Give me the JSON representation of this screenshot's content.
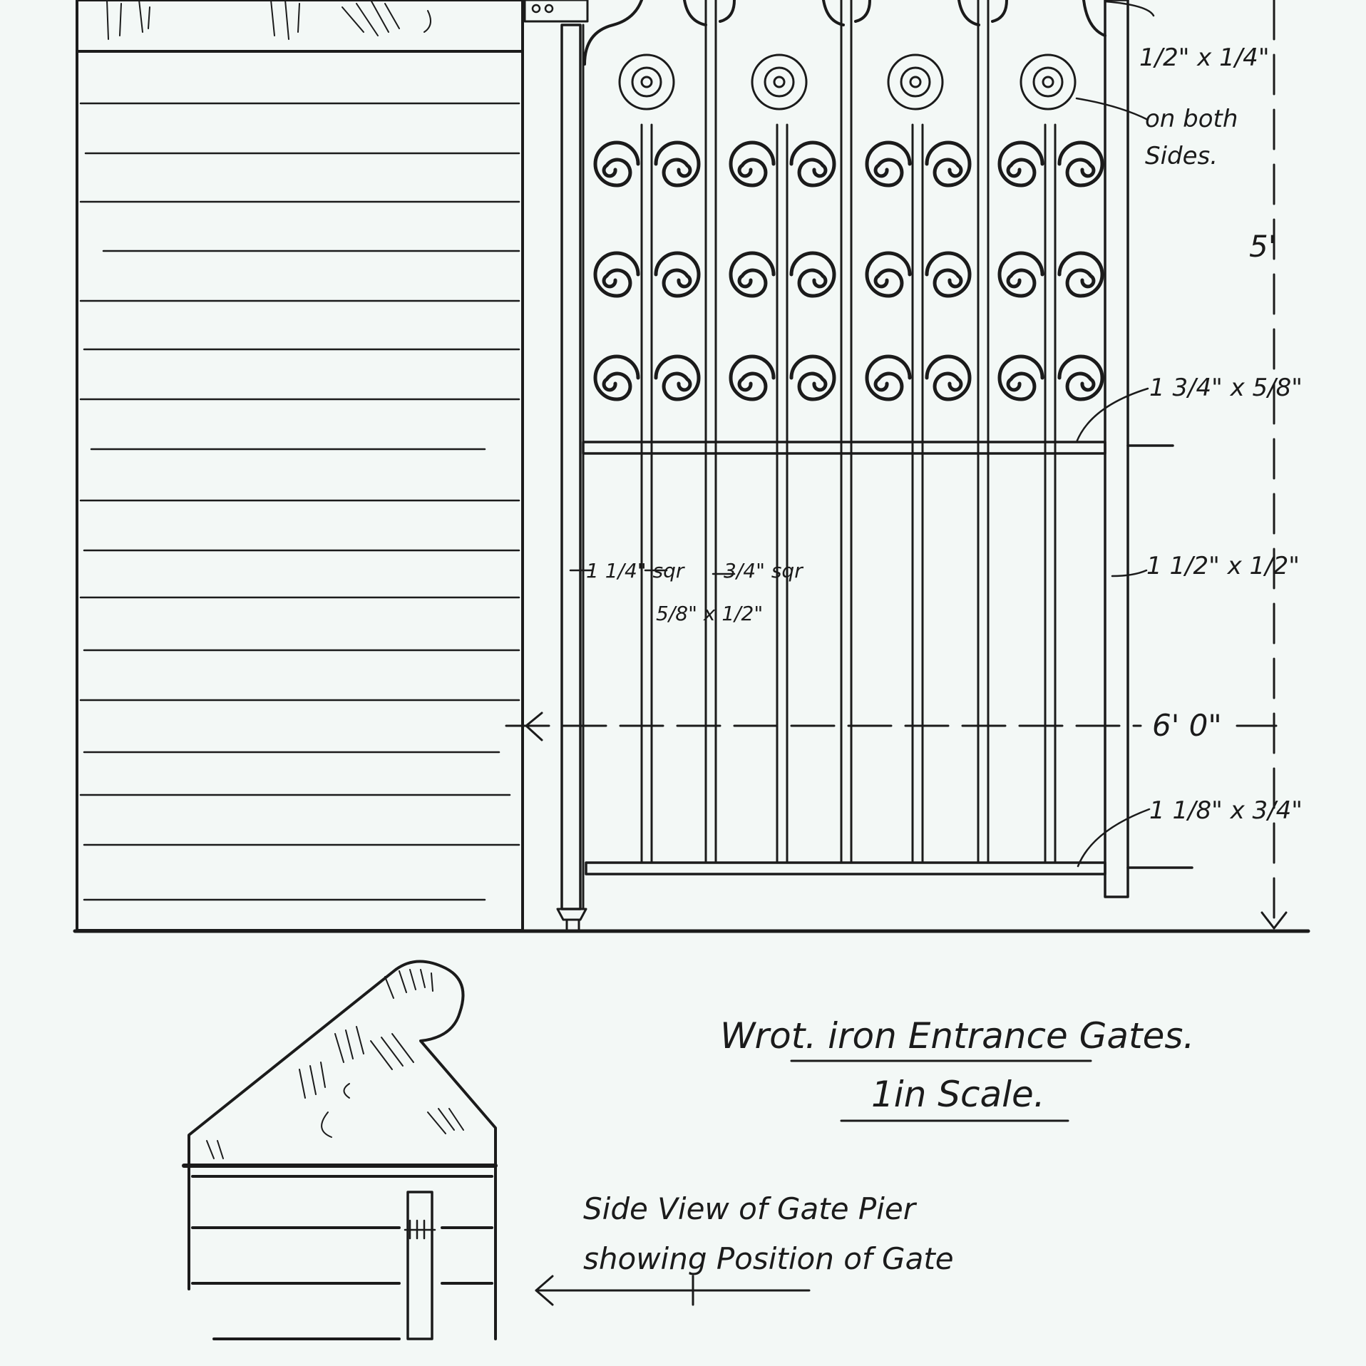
{
  "drawing": {
    "title_line1": "Wrot. iron Entrance Gates.",
    "title_line2": "1in Scale.",
    "side_view_caption_line1": "Side View of Gate Pier",
    "side_view_caption_line2": "showing Position of Gate",
    "overall_height_label": "5'",
    "overall_width_label": "6' 0\"",
    "dimensions": {
      "top_rail": "1/2\" x 1/4\"",
      "rosettes_note_line1": "on both",
      "rosettes_note_line2": "Sides.",
      "middle_rail": "1 3/4\" x 5/8\"",
      "upright_bar": "1 1/2\" x 1/2\"",
      "bottom_rail": "1 1/8\" x 3/4\"",
      "hinge_stile": "1 1/4\" sqr",
      "flat_bar": "5/8\" x 1/2\"",
      "round_bar": "3/4\" sqr"
    }
  }
}
